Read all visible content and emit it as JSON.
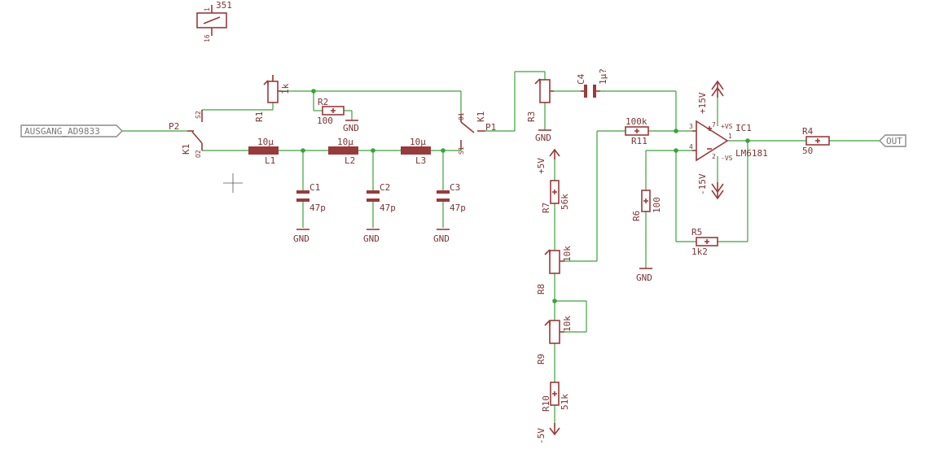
{
  "ports": {
    "in": "AUSGANG_AD9833",
    "out": "OUT"
  },
  "relay": {
    "value": "351",
    "pin_a": "1",
    "pin_b": "16",
    "name": "K1",
    "p1": "P1",
    "p2": "P2",
    "o1": "O1",
    "o2": "O2",
    "s1": "S1",
    "s2": "S2"
  },
  "components": {
    "r1": {
      "name": "R1",
      "value": "1k"
    },
    "r2": {
      "name": "R2",
      "value": "100"
    },
    "r3": {
      "name": "R3"
    },
    "r4": {
      "name": "R4",
      "value": "50"
    },
    "r5": {
      "name": "R5",
      "value": "1k2"
    },
    "r6": {
      "name": "R6",
      "value": "100"
    },
    "r7": {
      "name": "R7",
      "value": "56k"
    },
    "r8": {
      "name": "R8",
      "value": "10k"
    },
    "r9": {
      "name": "R9",
      "value": "10k"
    },
    "r10": {
      "name": "R10",
      "value": "51k"
    },
    "r11": {
      "name": "R11",
      "value": "100k"
    },
    "l1": {
      "name": "L1",
      "value": "10µ"
    },
    "l2": {
      "name": "L2",
      "value": "10µ"
    },
    "l3": {
      "name": "L3",
      "value": "10µ"
    },
    "c1": {
      "name": "C1",
      "value": "47p"
    },
    "c2": {
      "name": "C2",
      "value": "47p"
    },
    "c3": {
      "name": "C3",
      "value": "47p"
    },
    "c4": {
      "name": "C4",
      "value": "1µ?"
    },
    "ic1": {
      "name": "IC1",
      "value": "LM6181",
      "plus_vs": "+VS",
      "minus_vs": "-VS",
      "pin3": "3",
      "pin4": "4",
      "pin1": "1",
      "pin_top": "7",
      "pin_bot": "2"
    }
  },
  "supplies": {
    "gnd": "GND",
    "p5v": "+5V",
    "m5v": "-5V",
    "p15v": "+15V",
    "m15v": "-15V"
  },
  "colors": {
    "wire": "#3aa33a",
    "symbol": "#9a3a3a",
    "port": "#8a8a8a"
  }
}
